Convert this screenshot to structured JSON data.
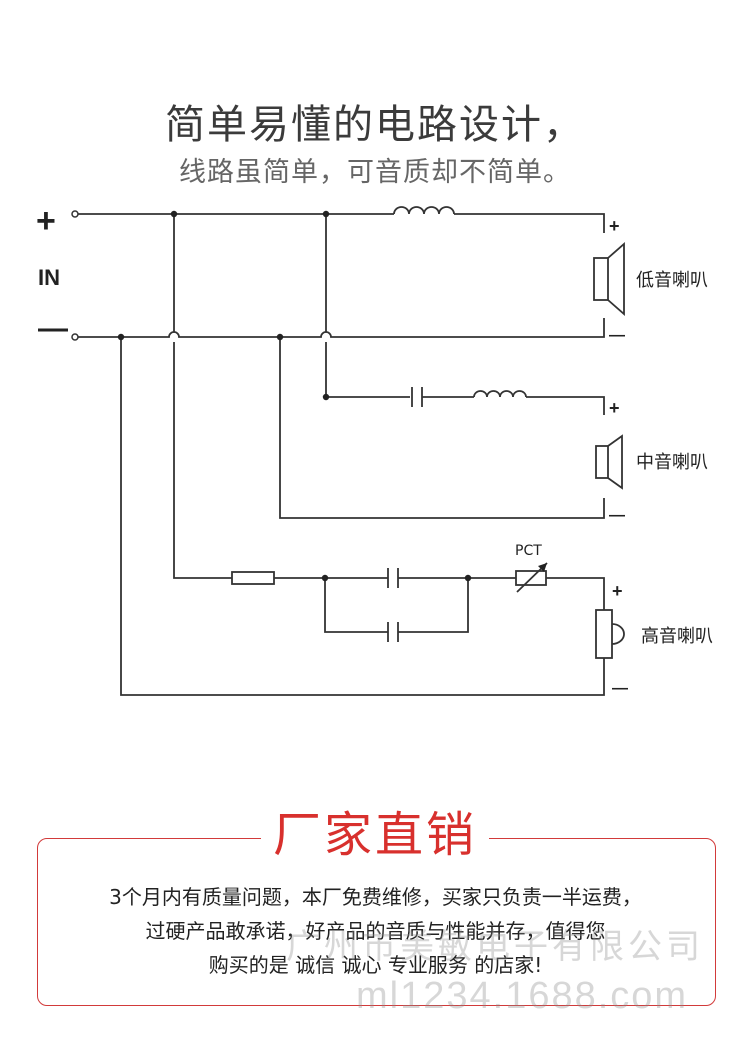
{
  "header": {
    "title": "简单易懂的电路设计，",
    "subtitle": "线路虽简单，可音质却不简单。"
  },
  "circuit": {
    "input_plus": "+",
    "input_label": "IN",
    "input_minus": "—",
    "pct_label": "PCT",
    "speakers": [
      {
        "label": "低音喇叭",
        "plus": "+",
        "minus": "—"
      },
      {
        "label": "中音喇叭",
        "plus": "+",
        "minus": "—"
      },
      {
        "label": "高音喇叭",
        "plus": "+",
        "minus": "—"
      }
    ]
  },
  "banner": {
    "title": "厂家直销",
    "lines": [
      "3个月内有质量问题，本厂免费维修，买家只负责一半运费，",
      "过硬产品敢承诺，好产品的音质与性能并存，值得您",
      "购买的是 诚信 诚心 专业服务 的店家!"
    ]
  },
  "watermark": {
    "company": "广州市美敏电子有限公司",
    "url": "ml1234.1688.com"
  }
}
